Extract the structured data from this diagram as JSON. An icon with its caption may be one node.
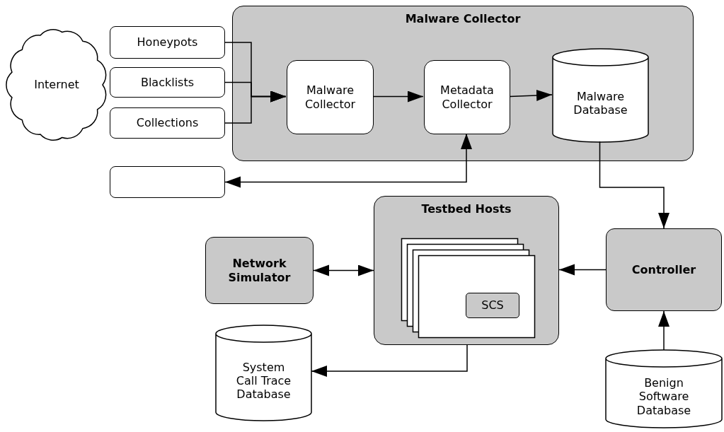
{
  "diagram": {
    "nodes": [
      {
        "text": [
          "Internet"
        ]
      },
      {
        "text": [
          "Honeypots"
        ]
      },
      {
        "text": [
          "Blacklists"
        ]
      },
      {
        "text": [
          "Collections"
        ]
      },
      {
        "text": [
          "Malware Collector"
        ]
      },
      {
        "text": [
          "Malware Collector"
        ],
        "in": 4
      },
      {
        "text": [
          "Metadata Collector"
        ],
        "in": 4
      },
      {
        "text": [
          "Malware Database"
        ],
        "in": 4
      },
      {
        "text": [],
        "shape": "box"
      },
      {
        "text": [
          "Testbed Hosts"
        ]
      },
      {
        "text": [
          "SCS"
        ],
        "in": 9
      },
      {
        "text": [
          "Network Simulator"
        ]
      },
      {
        "text": [
          "Controller"
        ]
      },
      {
        "text": [
          "System Call Trace Database"
        ]
      },
      {
        "text": [
          "Benign Software Database"
        ]
      }
    ],
    "edges": [
      {
        "from": 1,
        "to": 5,
        "arrow": "to"
      },
      {
        "from": 2,
        "to": 5,
        "arrow": "to"
      },
      {
        "from": 3,
        "to": 5,
        "arrow": "to"
      },
      {
        "from": 5,
        "to": 6,
        "arrow": "to"
      },
      {
        "from": 6,
        "to": 7,
        "arrow": "to"
      },
      {
        "from": 8,
        "to": 6,
        "arrow": "both"
      },
      {
        "from": 7,
        "to": 12,
        "arrow": "to"
      },
      {
        "from": 12,
        "to": 9,
        "arrow": "to"
      },
      {
        "from": 11,
        "to": 9,
        "arrow": "both"
      },
      {
        "from": 9,
        "to": 13,
        "arrow": "to"
      },
      {
        "from": 14,
        "to": 12,
        "arrow": "to"
      }
    ]
  }
}
